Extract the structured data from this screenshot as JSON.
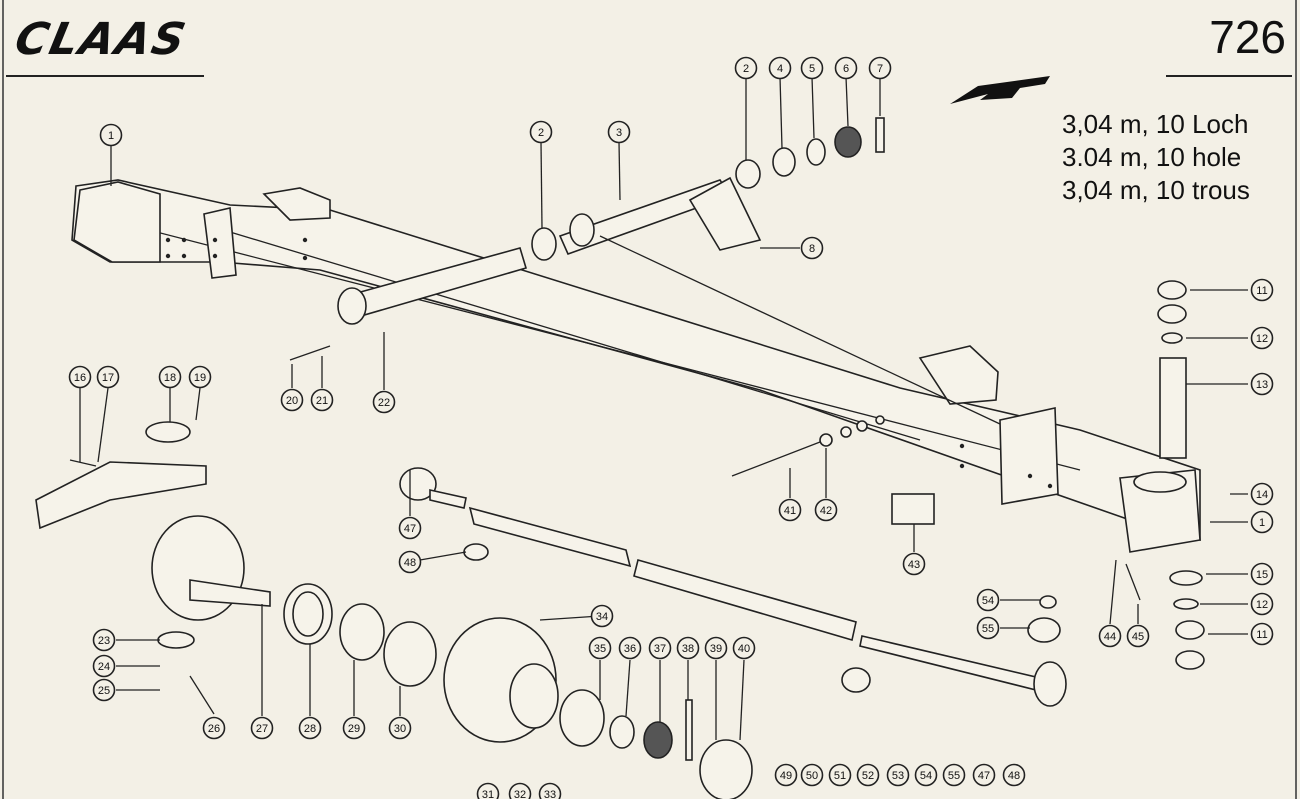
{
  "header": {
    "brand": "CLAAS",
    "page_number": "726"
  },
  "spec": {
    "line_de": "3,04 m, 10 Loch",
    "line_en": "3.04 m, 10 hole",
    "line_fr": "3,04 m, 10 trous"
  },
  "callouts": [
    {
      "id": "c-2a",
      "label": "2"
    },
    {
      "id": "c-4",
      "label": "4"
    },
    {
      "id": "c-5",
      "label": "5"
    },
    {
      "id": "c-6",
      "label": "6"
    },
    {
      "id": "c-7",
      "label": "7"
    },
    {
      "id": "c-1a",
      "label": "1"
    },
    {
      "id": "c-2b",
      "label": "2"
    },
    {
      "id": "c-3",
      "label": "3"
    },
    {
      "id": "c-8",
      "label": "8"
    },
    {
      "id": "c-11a",
      "label": "11"
    },
    {
      "id": "c-12a",
      "label": "12"
    },
    {
      "id": "c-13",
      "label": "13"
    },
    {
      "id": "c-14",
      "label": "14"
    },
    {
      "id": "c-1b",
      "label": "1"
    },
    {
      "id": "c-15",
      "label": "15"
    },
    {
      "id": "c-12b",
      "label": "12"
    },
    {
      "id": "c-11b",
      "label": "11"
    },
    {
      "id": "c-16",
      "label": "16"
    },
    {
      "id": "c-17",
      "label": "17"
    },
    {
      "id": "c-18",
      "label": "18"
    },
    {
      "id": "c-19",
      "label": "19"
    },
    {
      "id": "c-20",
      "label": "20"
    },
    {
      "id": "c-21",
      "label": "21"
    },
    {
      "id": "c-22",
      "label": "22"
    },
    {
      "id": "c-41",
      "label": "41"
    },
    {
      "id": "c-42",
      "label": "42"
    },
    {
      "id": "c-43",
      "label": "43"
    },
    {
      "id": "c-44",
      "label": "44"
    },
    {
      "id": "c-45",
      "label": "45"
    },
    {
      "id": "c-47a",
      "label": "47"
    },
    {
      "id": "c-48a",
      "label": "48"
    },
    {
      "id": "c-54a",
      "label": "54"
    },
    {
      "id": "c-55a",
      "label": "55"
    },
    {
      "id": "c-23",
      "label": "23"
    },
    {
      "id": "c-24",
      "label": "24"
    },
    {
      "id": "c-25",
      "label": "25"
    },
    {
      "id": "c-26",
      "label": "26"
    },
    {
      "id": "c-27",
      "label": "27"
    },
    {
      "id": "c-28",
      "label": "28"
    },
    {
      "id": "c-29",
      "label": "29"
    },
    {
      "id": "c-30",
      "label": "30"
    },
    {
      "id": "c-34",
      "label": "34"
    },
    {
      "id": "c-35",
      "label": "35"
    },
    {
      "id": "c-36",
      "label": "36"
    },
    {
      "id": "c-37",
      "label": "37"
    },
    {
      "id": "c-38",
      "label": "38"
    },
    {
      "id": "c-39",
      "label": "39"
    },
    {
      "id": "c-40",
      "label": "40"
    },
    {
      "id": "c-49",
      "label": "49"
    },
    {
      "id": "c-50",
      "label": "50"
    },
    {
      "id": "c-51",
      "label": "51"
    },
    {
      "id": "c-52",
      "label": "52"
    },
    {
      "id": "c-53",
      "label": "53"
    },
    {
      "id": "c-54b",
      "label": "54"
    },
    {
      "id": "c-55b",
      "label": "55"
    },
    {
      "id": "c-47b",
      "label": "47"
    },
    {
      "id": "c-48b",
      "label": "48"
    },
    {
      "id": "c-31",
      "label": "31"
    },
    {
      "id": "c-32",
      "label": "32"
    },
    {
      "id": "c-33",
      "label": "33"
    }
  ]
}
